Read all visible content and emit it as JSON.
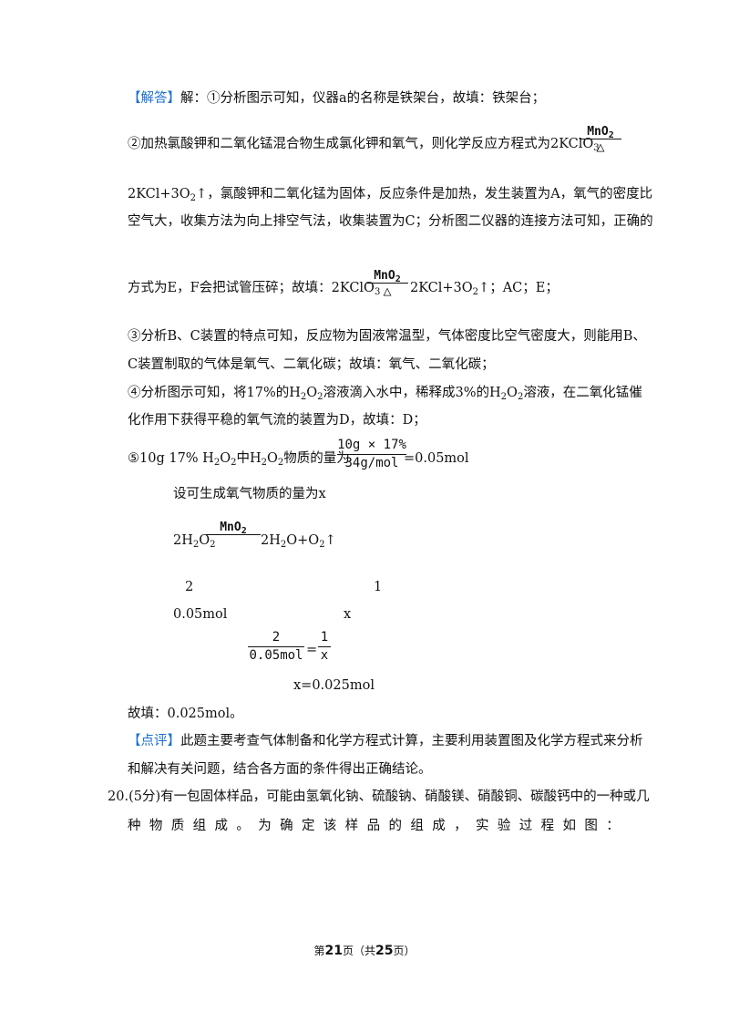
{
  "answer": {
    "tag": "【解答】",
    "l1": "解：①分析图示可知，仪器a的名称是铁架台，故填：铁架台；",
    "l2": "②加热氯酸钾和二氧化锰混合物生成氯化钾和氧气，则化学反应方程式为2KClO",
    "l3": "2KCl+3O",
    "l3b": "↑，氯酸钾和二氧化锰为固体，反应条件是加热，发生装置为A，氧气的密度比",
    "l4": "空气大，收集方法为向上排空气法，收集装置为C；分析图二仪器的连接方法可知，正确的",
    "l5a": "方式为E，F会把试管压碎；故填：2KClO",
    "l5b": "2KCl+3O",
    "l5c": "↑；AC；E；",
    "l6": "③分析B、C装置的特点可知，反应物为固液常温型，气体密度比空气密度大，则能用B、",
    "l7": "C装置制取的气体是氧气、二氧化碳；故填：氧气、二氧化碳；",
    "l8a": "④分析图示可知，将17%的H",
    "l8b": "O",
    "l8c": "溶液滴入水中，稀释成3%的H",
    "l8d": "O",
    "l8e": "溶液，在二氧化锰催",
    "l9": "化作用下获得平稳的氧气流的装置为D，故填：D；",
    "l10a": "⑤10g  17% H",
    "l10b": "O",
    "l10c": "中H",
    "l10d": "O",
    "l10e": "物质的量为",
    "l10res": "=0.05mol",
    "frac1_num": "10g × 17%",
    "frac1_den": "34g/mol",
    "l11": "设可生成氧气物质的量为x",
    "eq_left": "2H",
    "eq_left2": "O",
    "eq_right": "2H",
    "eq_right2": "O+O",
    "eq_right3": "↑",
    "coef_a": "2",
    "coef_b": "1",
    "amt_a": "0.05mol",
    "amt_b": "x",
    "frac2_num": "2",
    "frac2_den": "0.05mol",
    "frac3_num": "1",
    "frac3_den": "x",
    "eq_sign": "=",
    "result": "x=0.025mol",
    "final": "故填：0.025mol。"
  },
  "cond": {
    "mno": "MnO",
    "sub2": "2",
    "delta": "△"
  },
  "sub": {
    "three": "3",
    "two": "2"
  },
  "review": {
    "tag": "【点评】",
    "l1": "此题主要考查气体制备和化学方程式计算，主要利用装置图及化学方程式来分析",
    "l2": "和解决有关问题，结合各方面的条件得出正确结论。"
  },
  "q20": {
    "num": "20.",
    "l1": "(5分)有一包固体样品，可能由氢氧化钠、硫酸钠、硝酸镁、硝酸铜、碳酸钙中的一种或几",
    "l2_chars": [
      "种",
      "物",
      "质",
      "组",
      "成",
      "。",
      "为",
      "确",
      "定",
      "该",
      "样",
      "品",
      "的",
      "组",
      "成",
      "，",
      "实",
      "验",
      "过",
      "程",
      "如",
      "图",
      "："
    ]
  },
  "footer": {
    "prefix": "第",
    "page": "21",
    "mid": "页（共",
    "total": "25",
    "suffix": "页）"
  }
}
